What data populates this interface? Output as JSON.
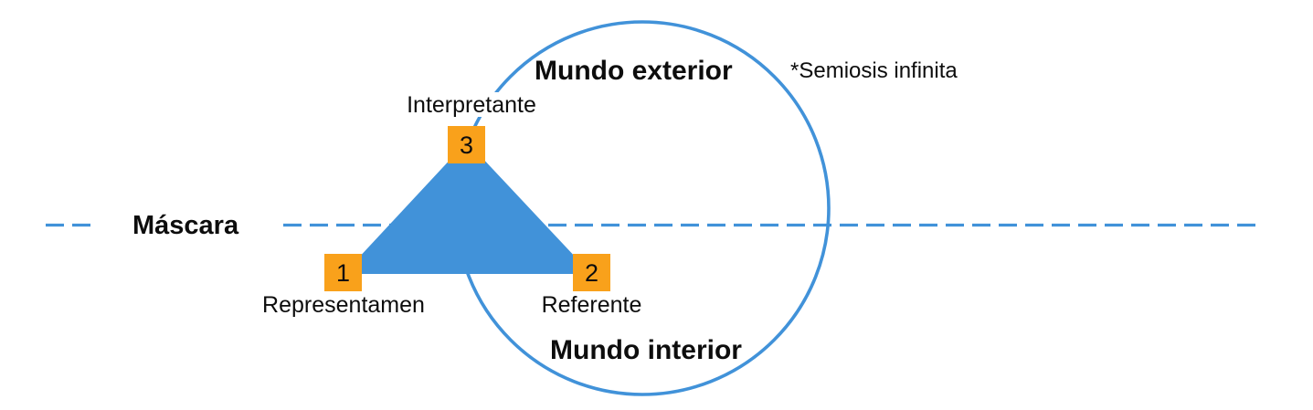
{
  "colors": {
    "blue": "#4192d9",
    "orange": "#f9a11b",
    "text": "#0d0d0d",
    "background": "#ffffff"
  },
  "regions": {
    "outer_world": "Mundo exterior",
    "inner_world": "Mundo interior",
    "semiosis_note": "*Semiosis infinita",
    "mask": "Máscara"
  },
  "nodes": [
    {
      "number": "1",
      "label": "Representamen"
    },
    {
      "number": "2",
      "label": "Referente"
    },
    {
      "number": "3",
      "label": "Interpretante"
    }
  ]
}
